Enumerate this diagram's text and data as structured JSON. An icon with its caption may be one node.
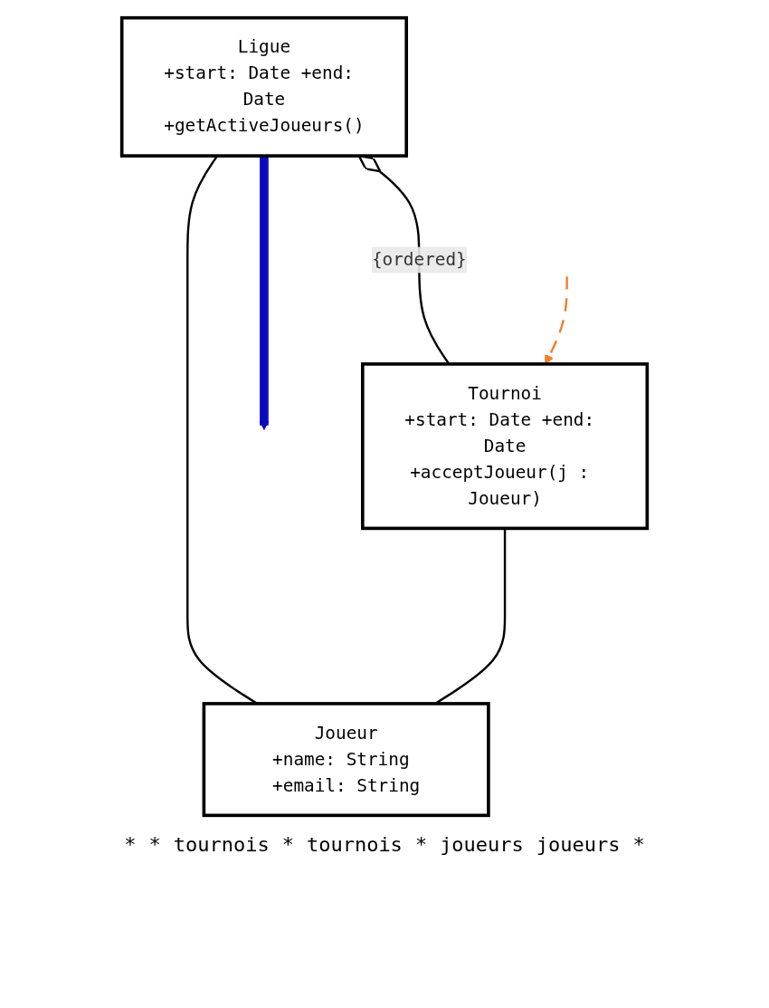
{
  "diagram": {
    "nodes": [
      {
        "text": [
          "Ligue",
          "+start: Date +end: Date",
          "+getActiveJoueurs()"
        ]
      },
      {
        "text": [
          "Tournoi",
          "+start: Date +end: Date",
          "+acceptJoueur(j : Joueur)"
        ]
      },
      {
        "text": [
          "Joueur",
          "+name: String +email: String"
        ]
      }
    ],
    "edges": [
      {
        "from": 0,
        "to": 2,
        "arrow": "none"
      },
      {
        "from": 0,
        "to": 1,
        "arrow": "other",
        "label": "{ordered}"
      },
      {
        "from": 1,
        "to": 2,
        "arrow": "none"
      },
      {
        "from": 0,
        "to": null,
        "arrow": "to",
        "style": "thick",
        "color": "#0a0ac0"
      },
      {
        "from": null,
        "to": 1,
        "arrow": "to",
        "style": "dashed",
        "color": "#f08030"
      }
    ],
    "labels": [
      "*",
      "*",
      "tournois",
      "*",
      "tournois",
      "*",
      "joueurs",
      "joueurs",
      "*"
    ]
  }
}
